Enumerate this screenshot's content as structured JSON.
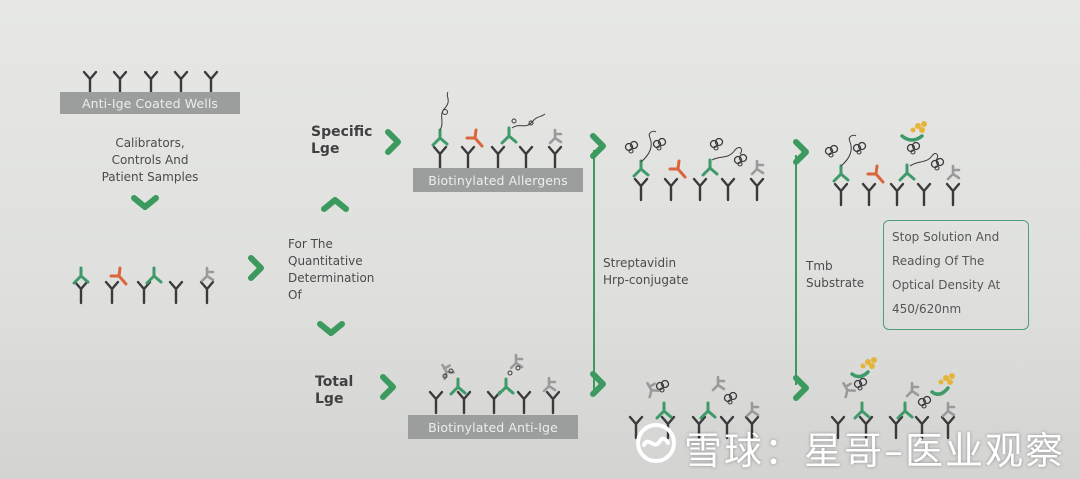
{
  "colors": {
    "background": "#e3e4e2",
    "arrow_green": "#3d9a5e",
    "bar_gray": "#9c9e9d",
    "antibody_dark": "#3a3a3a",
    "antibody_green": "#3f9a6a",
    "antibody_orange": "#d9653d",
    "antibody_gray": "#9a9a9a",
    "tmb_yellow": "#e4b53a",
    "box_border": "#4f9c75"
  },
  "step1": {
    "bar_label": "Anti-Ige Coated Wells",
    "description_lines": [
      "Calibrators,",
      "Controls And",
      "Patient Samples"
    ]
  },
  "determination": {
    "lines": [
      "For The",
      "Quantitative",
      "Determination",
      "Of"
    ]
  },
  "specific": {
    "label_lines": [
      "Specific",
      "Lge"
    ],
    "bar_label": "Biotinylated Allergens"
  },
  "total": {
    "label_lines": [
      "Total",
      "Lge"
    ],
    "bar_label": "Biotinylated Anti-Ige"
  },
  "streptavidin": {
    "lines": [
      "Streptavidin",
      "Hrp-conjugate"
    ]
  },
  "tmb": {
    "lines": [
      "Tmb",
      "Substrate"
    ]
  },
  "stop_box": {
    "lines": [
      "Stop Solution And",
      "Reading Of The",
      "Optical Density At",
      "450/620nm"
    ]
  },
  "watermark": {
    "text": "雪球：星哥–医业观察",
    "icon": "xueqiu-logo-icon"
  }
}
